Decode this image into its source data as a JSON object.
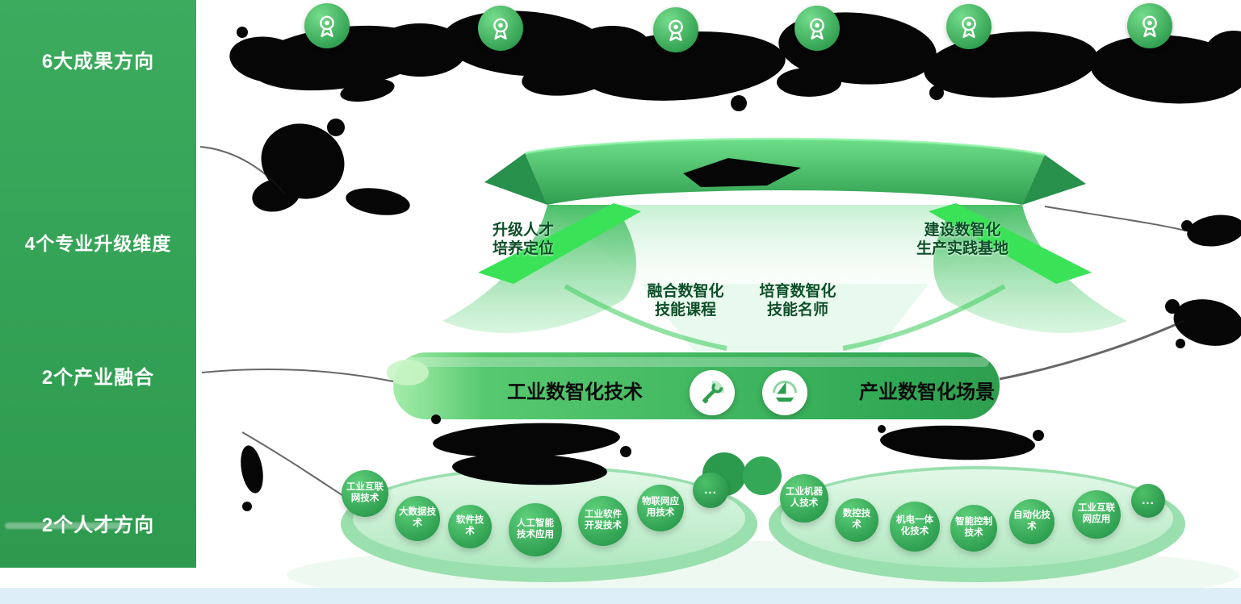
{
  "sidebar": {
    "items": [
      {
        "id": "achievements",
        "label": "6大成果方向"
      },
      {
        "id": "dimensions",
        "label": "4个专业升级维度"
      },
      {
        "id": "fusion",
        "label": "2个产业融合"
      },
      {
        "id": "talent",
        "label": "2个人才方向"
      }
    ]
  },
  "achievements": {
    "icon_count": 6,
    "icon_name": "award-medal-icon"
  },
  "dimensions": {
    "items": [
      {
        "line1": "升级人才",
        "line2": "培养定位"
      },
      {
        "line1": "建设数智化",
        "line2": "生产实践基地"
      },
      {
        "line1": "融合数智化",
        "line2": "技能课程"
      },
      {
        "line1": "培育数智化",
        "line2": "技能名师"
      }
    ]
  },
  "fusion": {
    "left_label": "工业数智化技术",
    "right_label": "产业数智化场景",
    "icons": [
      "wrench-icon",
      "sailboat-icon"
    ]
  },
  "talent": {
    "left_group": {
      "bubbles": [
        "工业互联网技术",
        "大数据技术",
        "软件技术",
        "人工智能技术应用",
        "工业软件开发技术",
        "物联网应用技术",
        "..."
      ]
    },
    "right_group": {
      "bubbles": [
        "工业机器人技术",
        "数控技术",
        "机电一体化技术",
        "智能控制技术",
        "自动化技术",
        "工业互联网应用",
        "..."
      ]
    }
  },
  "colors": {
    "sidebar_green": "#2f9e4f",
    "bright_green": "#3ae257",
    "bubble_green": "#3fbf63",
    "platform_green": "#b7ecc4",
    "dark_text_green": "#0d4f28",
    "ink_black": "#060606",
    "bottom_strip_blue": "#ddeef6"
  }
}
